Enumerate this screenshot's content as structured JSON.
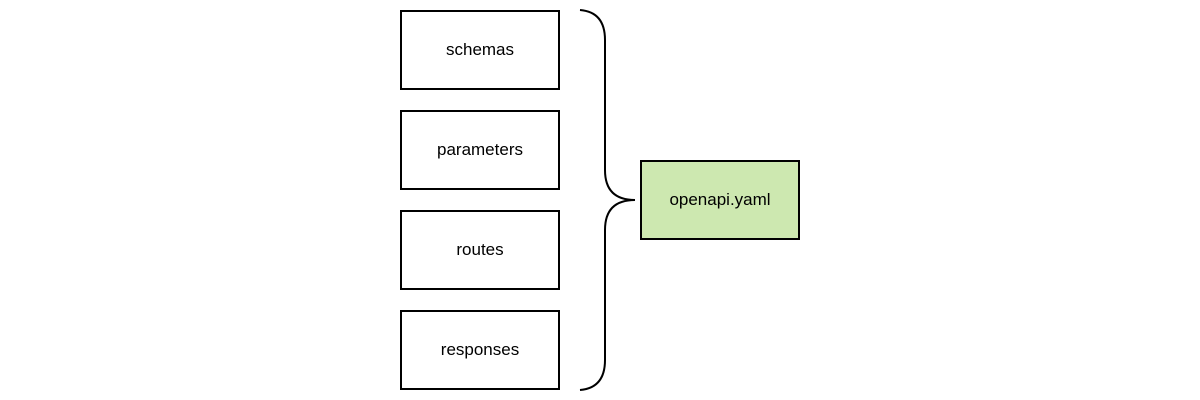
{
  "diagram": {
    "inputs": [
      {
        "label": "schemas"
      },
      {
        "label": "parameters"
      },
      {
        "label": "routes"
      },
      {
        "label": "responses"
      }
    ],
    "output": {
      "label": "openapi.yaml"
    },
    "colors": {
      "output_fill": "#cde8b0",
      "stroke": "#000000",
      "input_fill": "#ffffff"
    }
  }
}
